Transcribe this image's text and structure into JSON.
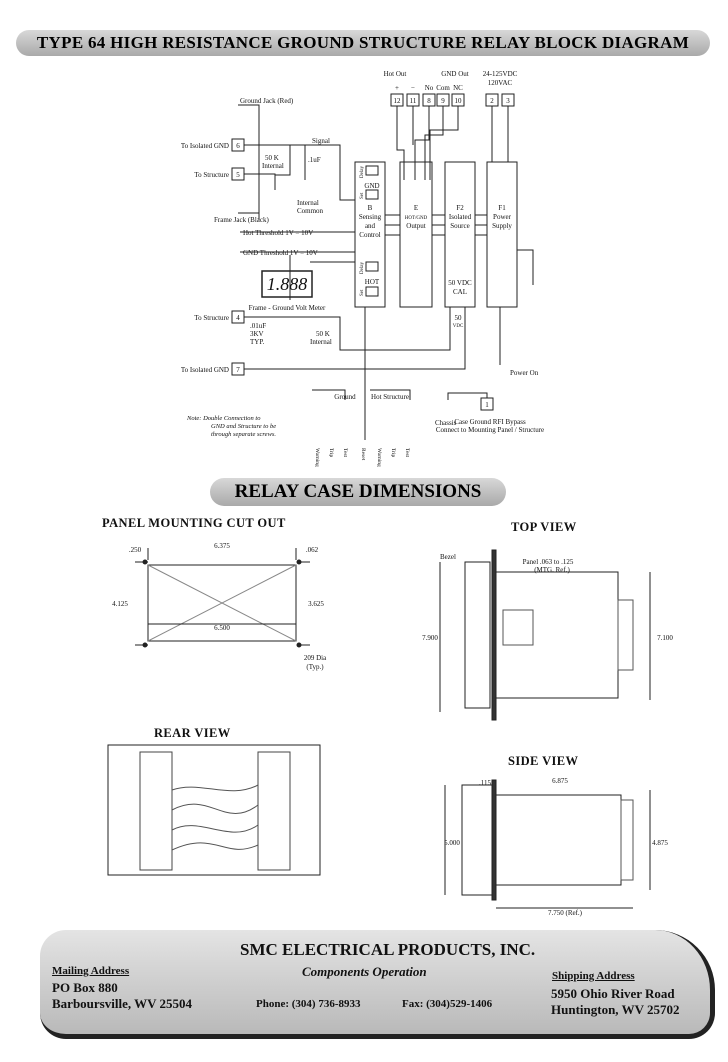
{
  "title": "TYPE 64 HIGH RESISTANCE GROUND STRUCTURE RELAY BLOCK DIAGRAM",
  "block_diagram": {
    "hot_out": "Hot Out",
    "gnd_out": "GND Out",
    "supply": [
      "24-125VDC",
      "120VAC"
    ],
    "plus": "+",
    "minus": "−",
    "relay_pins": [
      "No",
      "Com",
      "NC"
    ],
    "terminals_top": [
      "12",
      "11",
      "8",
      "9",
      "10",
      "2",
      "3"
    ],
    "ground_jack": "Ground Jack (Red)",
    "to_isolated_gnd_6": "To Isolated GND",
    "t6": "6",
    "to_structure_5": "To Structure",
    "t5": "5",
    "signal": "Signal",
    "r50k": [
      "50 K",
      "Internal"
    ],
    "cap": ".1uF",
    "internal_common": [
      "Internal",
      "Common"
    ],
    "frame_jack": "Frame Jack (Black)",
    "hot_threshold": "Hot Threshold  1V = 10V",
    "gnd_threshold": "GND Threshold  1V = 10V",
    "meter_reading": "1.888",
    "meter_label": "Frame - Ground Volt Meter",
    "to_structure_4": "To Structure",
    "t4": "4",
    "cap2": [
      ".01uF",
      "3KV",
      "TYP."
    ],
    "to_isolated_gnd_7": "To Isolated GND",
    "t7": "7",
    "block_b": [
      "B",
      "Sensing",
      "and",
      "Control"
    ],
    "gnd": "GND",
    "hot": "HOT",
    "delay": "Delay",
    "set": "Set",
    "block_e": [
      "E",
      "HOT/GND",
      "Output"
    ],
    "block_f2": [
      "F2",
      "Isolated",
      "Source"
    ],
    "cal": [
      "50 VDC",
      "CAL"
    ],
    "vdc50": [
      "50",
      "VDC"
    ],
    "block_f1": [
      "F1",
      "Power",
      "Supply"
    ],
    "power_on": "Power On",
    "ground": "Ground",
    "hot_structure": "Hot Structure",
    "led_labels": [
      "Warning",
      "Trip",
      "Test",
      "Reset",
      "Warning",
      "Trip",
      "Test"
    ],
    "note": [
      "Note:  Double Connection to",
      "GND and Structure to be",
      "through separate screws."
    ],
    "chassis": "Chassis",
    "t1": "1",
    "rfi": [
      "Case Ground RFI Bypass",
      "Connect to Mounting Panel / Structure"
    ]
  },
  "dimensions_title": "RELAY CASE DIMENSIONS",
  "panel_cutout": {
    "title": "PANEL MOUNTING CUT OUT",
    "d250": ".250",
    "d6375": "6.375",
    "d062": ".062",
    "d4125": "4.125",
    "d3625": "3.625",
    "d6500": "6.500",
    "hole": [
      "209 Dia",
      "(Typ.)"
    ]
  },
  "top_view": {
    "title": "TOP VIEW",
    "bezel": "Bezel",
    "panel": [
      "Panel .063 to .125",
      "(MTG. Ref.)"
    ],
    "d7900": "7.900",
    "d7100": "7.100"
  },
  "rear_view": {
    "title": "REAR VIEW"
  },
  "side_view": {
    "title": "SIDE VIEW",
    "d115": ".115",
    "d6875": "6.875",
    "d5000": "5.000",
    "d4875": "4.875",
    "d7750": "7.750 (Ref.)"
  },
  "footer": {
    "company": "SMC ELECTRICAL PRODUCTS, INC.",
    "division": "Components Operation",
    "mailing_label": "Mailing Address",
    "mailing": [
      "PO Box 880",
      "Barboursville, WV  25504"
    ],
    "phone": "Phone:  (304) 736-8933",
    "fax": "Fax:  (304)529-1406",
    "shipping_label": "Shipping Address",
    "shipping": [
      "5950 Ohio River Road",
      "Huntington, WV  25702"
    ]
  }
}
